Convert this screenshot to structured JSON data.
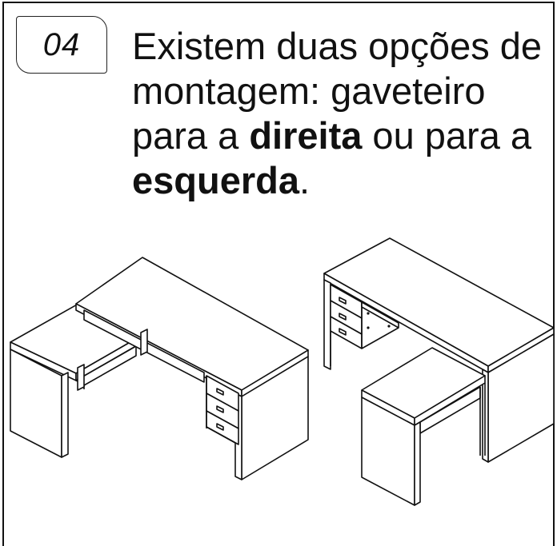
{
  "step": {
    "number": "04"
  },
  "instruction": {
    "part1": "Existem duas opções de montagem: gaveteiro para a ",
    "bold1": "direita",
    "part2": " ou para a ",
    "bold2": "esquerda",
    "part3": "."
  },
  "colors": {
    "line": "#111111",
    "background": "#ffffff"
  },
  "illustrations": [
    {
      "name": "desk-drawers-right-icon"
    },
    {
      "name": "desk-drawers-left-icon"
    }
  ]
}
